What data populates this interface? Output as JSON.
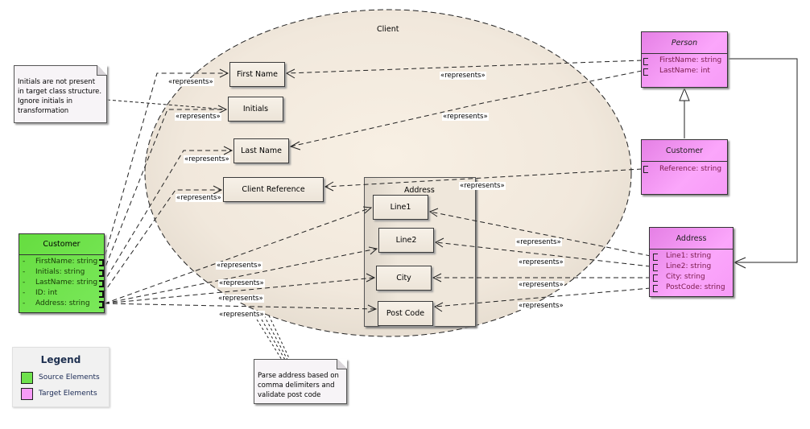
{
  "diagram": {
    "boundary": {
      "label": "Client"
    },
    "components": [
      {
        "id": "first-name",
        "label": "First Name"
      },
      {
        "id": "initials",
        "label": "Initials"
      },
      {
        "id": "last-name",
        "label": "Last Name"
      },
      {
        "id": "client-reference",
        "label": "Client Reference"
      },
      {
        "id": "line1",
        "label": "Line1"
      },
      {
        "id": "line2",
        "label": "Line2"
      },
      {
        "id": "city",
        "label": "City"
      },
      {
        "id": "post-code",
        "label": "Post Code"
      }
    ],
    "address_container": {
      "label": "Address"
    },
    "source_class": {
      "name": "Customer",
      "attributes": [
        {
          "visibility": "-",
          "text": "FirstName: string"
        },
        {
          "visibility": "-",
          "text": "Initials: string"
        },
        {
          "visibility": "-",
          "text": "LastName: string"
        },
        {
          "visibility": "-",
          "text": "ID: int"
        },
        {
          "visibility": "-",
          "text": "Address: string"
        }
      ]
    },
    "target_classes": {
      "person": {
        "name": "Person",
        "attributes": [
          "FirstName: string",
          "LastName: int"
        ]
      },
      "customer": {
        "name": "Customer",
        "attributes": [
          "Reference: string"
        ]
      },
      "address": {
        "name": "Address",
        "attributes": [
          "Line1: string",
          "Line2: string",
          "City: string",
          "PostCode: string"
        ]
      }
    },
    "connector_label": "«represents»",
    "notes": {
      "initials": "Initials are not present in target class structure. Ignore initials in transformation",
      "address": "Parse address based on comma delimiters and validate post code"
    },
    "legend": {
      "title": "Legend",
      "items": [
        {
          "label": "Source Elements",
          "color": "#6fe24d"
        },
        {
          "label": "Target Elements",
          "color": "#f79bf7"
        }
      ]
    },
    "colors": {
      "boundary_fill": "#f5ede2",
      "source": "#6fe24d",
      "target": "#f79bf7"
    }
  }
}
